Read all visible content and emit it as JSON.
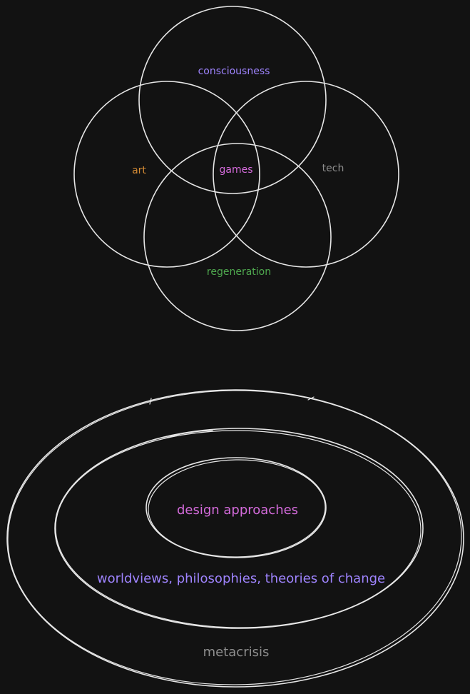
{
  "venn": {
    "labels": {
      "consciousness": "consciousness",
      "art": "art",
      "games": "games",
      "tech": "tech",
      "regeneration": "regeneration"
    }
  },
  "rings": {
    "labels": {
      "inner": "design approaches",
      "middle": "worldviews, philosophies, theories of change",
      "outer": "metacrisis"
    }
  },
  "colors": {
    "background": "#121212",
    "stroke": "#e6e6e6",
    "consciousness": "#9f84ff",
    "art": "#d38a34",
    "games": "#d46bdb",
    "tech": "#8f8f8f",
    "regeneration": "#4fa84f",
    "design_approaches": "#d46bdb",
    "worldviews": "#9f84ff",
    "metacrisis": "#8f8f8f"
  }
}
